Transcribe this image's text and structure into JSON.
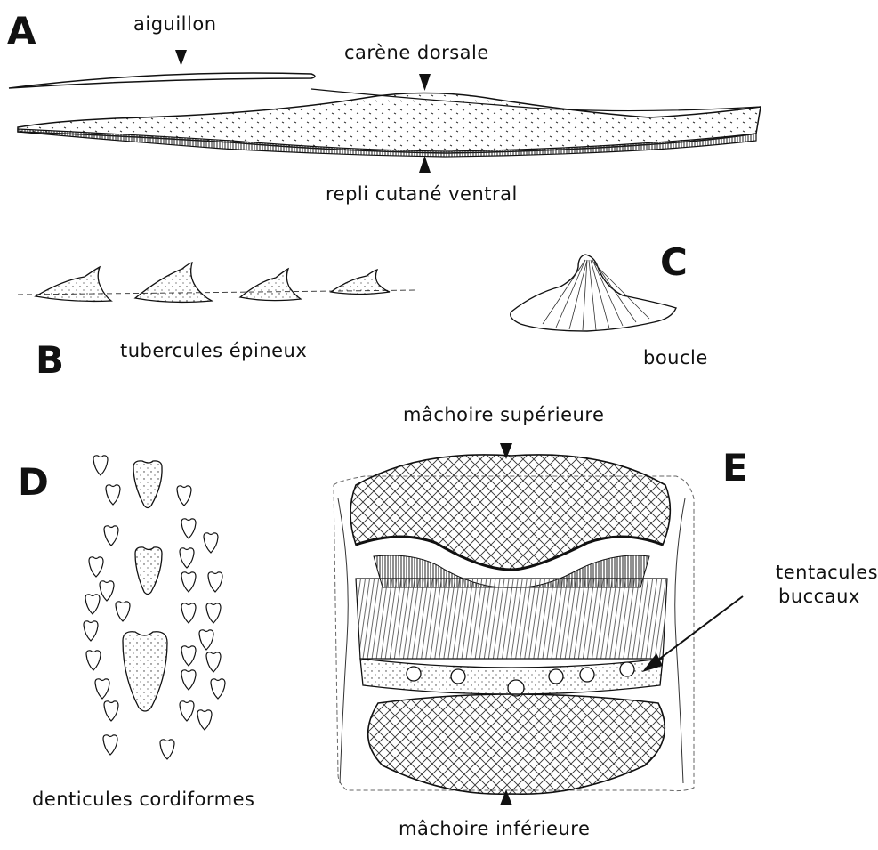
{
  "panels": {
    "a": {
      "letter": "A",
      "labels": {
        "spine": "aiguillon",
        "dorsal_keel": "carène dorsale",
        "ventral_fold": "repli cutané ventral"
      }
    },
    "b": {
      "letter": "B",
      "labels": {
        "tubercles": "tubercules épineux"
      }
    },
    "c": {
      "letter": "C",
      "labels": {
        "buckle": "boucle"
      }
    },
    "d": {
      "letter": "D",
      "labels": {
        "denticles": "denticules cordiformes"
      }
    },
    "e": {
      "letter": "E",
      "labels": {
        "upper_jaw": "mâchoire supérieure",
        "oral_tentacles_line1": "tentacules",
        "oral_tentacles_line2": "buccaux",
        "lower_jaw": "mâchoire inférieure"
      }
    }
  },
  "colors": {
    "ink": "#111111",
    "paper": "#ffffff"
  }
}
